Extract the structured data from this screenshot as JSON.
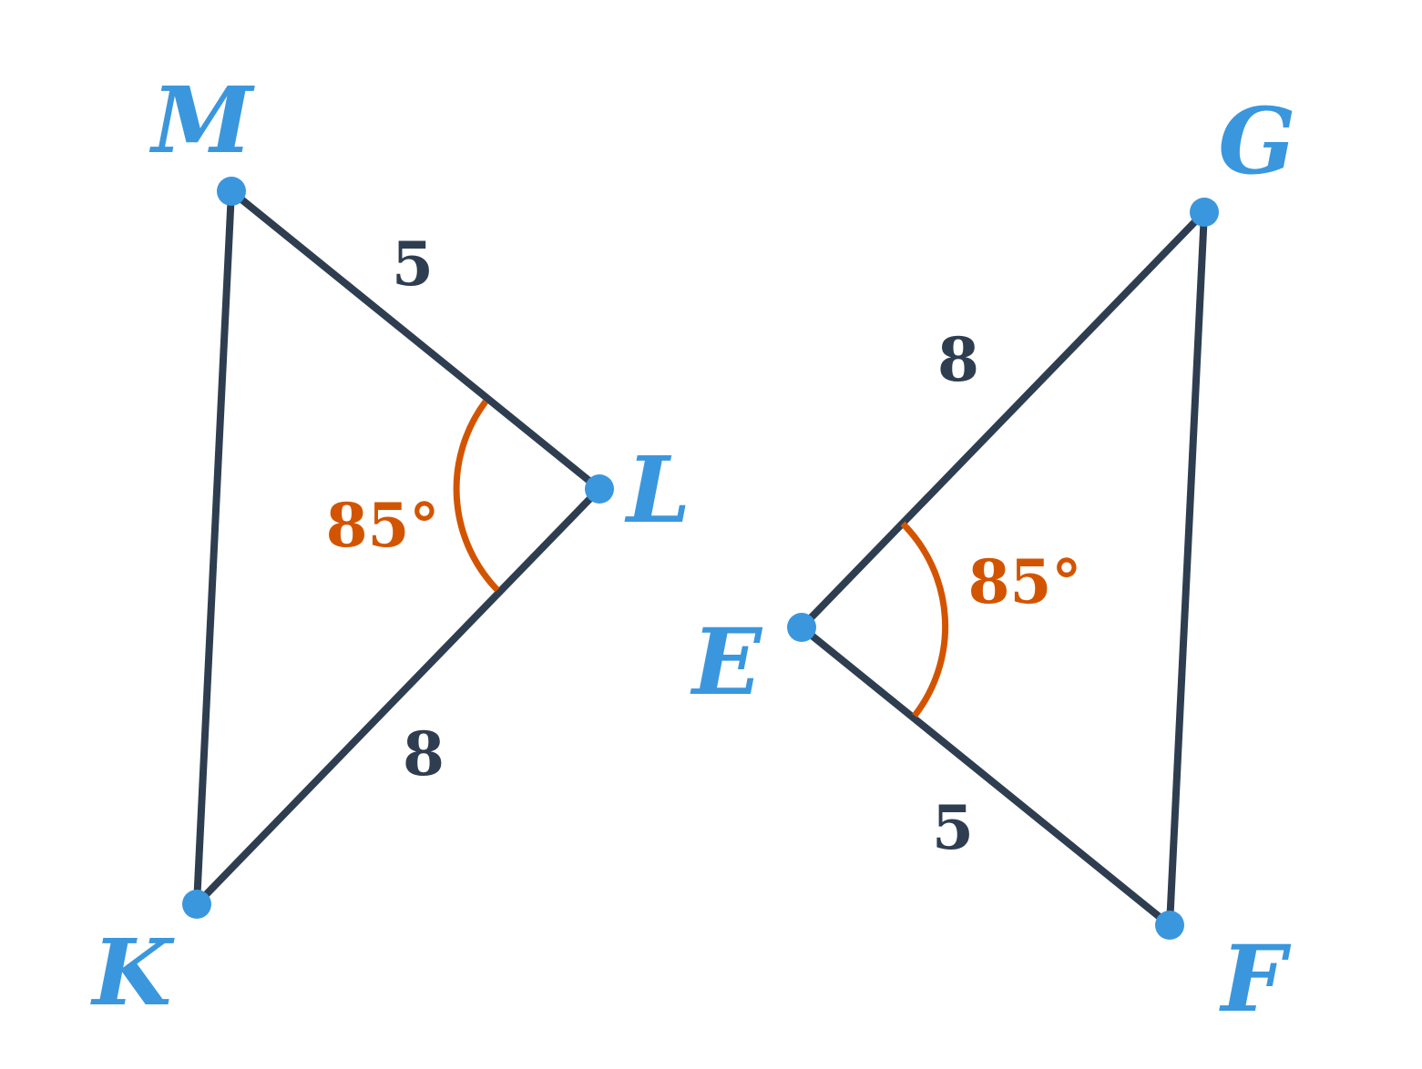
{
  "colors": {
    "segment": "#2e3e50",
    "point": "#3a97dd",
    "vertex_label": "#3a97dd",
    "angle_arc": "#d35400",
    "angle_label": "#d35400",
    "side_label": "#2e3e50"
  },
  "triangle_klm": {
    "vertices": {
      "m": "M",
      "l": "L",
      "k": "K"
    },
    "sides": {
      "ml": "5",
      "lk": "8"
    },
    "angle_l": "85°"
  },
  "triangle_efg": {
    "vertices": {
      "g": "G",
      "e": "E",
      "f": "F"
    },
    "sides": {
      "eg": "8",
      "ef": "5"
    },
    "angle_e": "85°"
  }
}
